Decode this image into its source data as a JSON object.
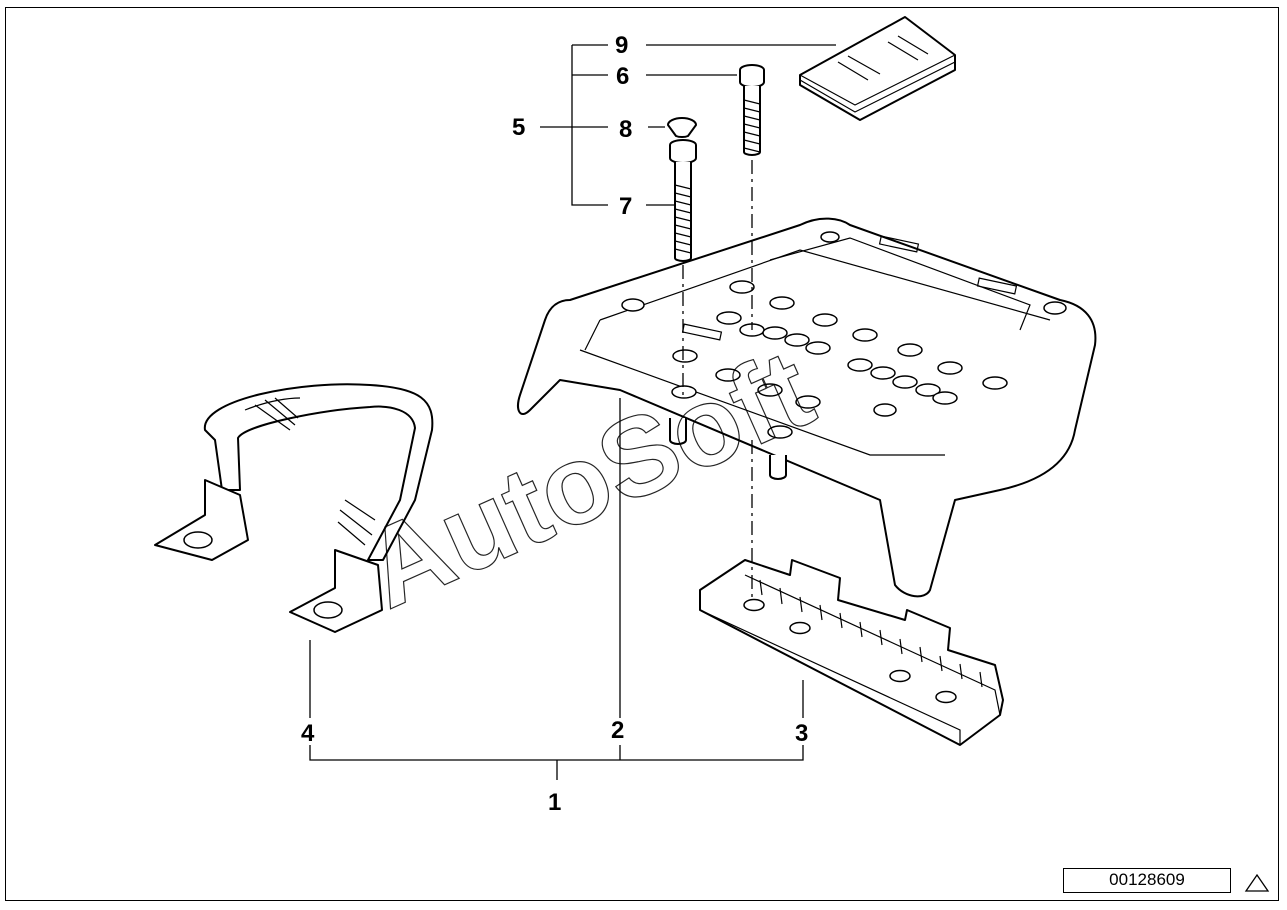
{
  "diagram": {
    "callouts": {
      "c1": "1",
      "c2": "2",
      "c3": "3",
      "c4": "4",
      "c5": "5",
      "c6": "6",
      "c7": "7",
      "c8": "8",
      "c9": "9"
    },
    "watermark": "AutoSoft",
    "reference_number": "00128609",
    "icons": {
      "warning": "warning-triangle-icon"
    }
  }
}
